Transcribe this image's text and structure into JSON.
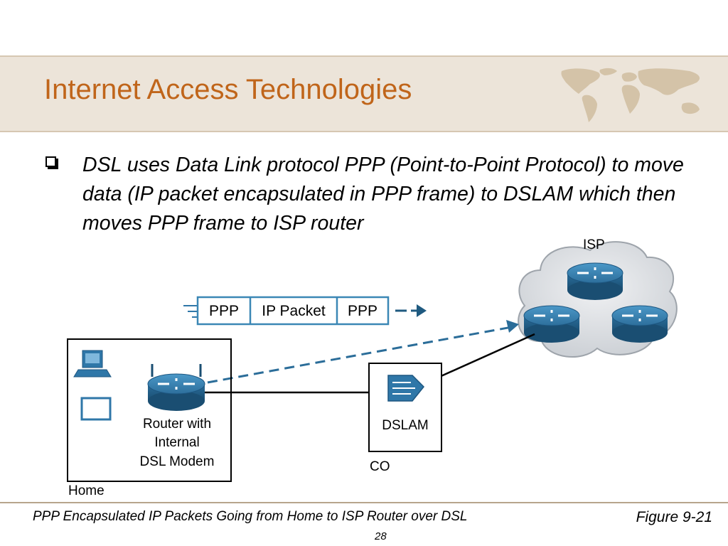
{
  "slide": {
    "title": "Internet Access Technologies",
    "bullet_text": "DSL uses Data Link protocol PPP (Point-to-Point Protocol) to move data (IP packet encapsulated in PPP frame) to DSLAM which then moves PPP frame to ISP router"
  },
  "diagram": {
    "isp_label": "ISP",
    "frame": {
      "ppp_left": "PPP",
      "ip_packet": "IP Packet",
      "ppp_right": "PPP"
    },
    "home_router_label": [
      "Router with",
      "Internal",
      "DSL Modem"
    ],
    "home_label": "Home",
    "dslam_label": "DSLAM",
    "co_label": "CO"
  },
  "footer": {
    "caption": "PPP Encapsulated IP Packets Going from Home to ISP Router over DSL",
    "figure_ref": "Figure 9-21",
    "page_number": "28"
  },
  "colors": {
    "title": "#c0651a",
    "band": "#ece4d9",
    "router": "#2f77a8",
    "cloud": "#e3e5e8",
    "frame_border": "#3b87b5"
  }
}
